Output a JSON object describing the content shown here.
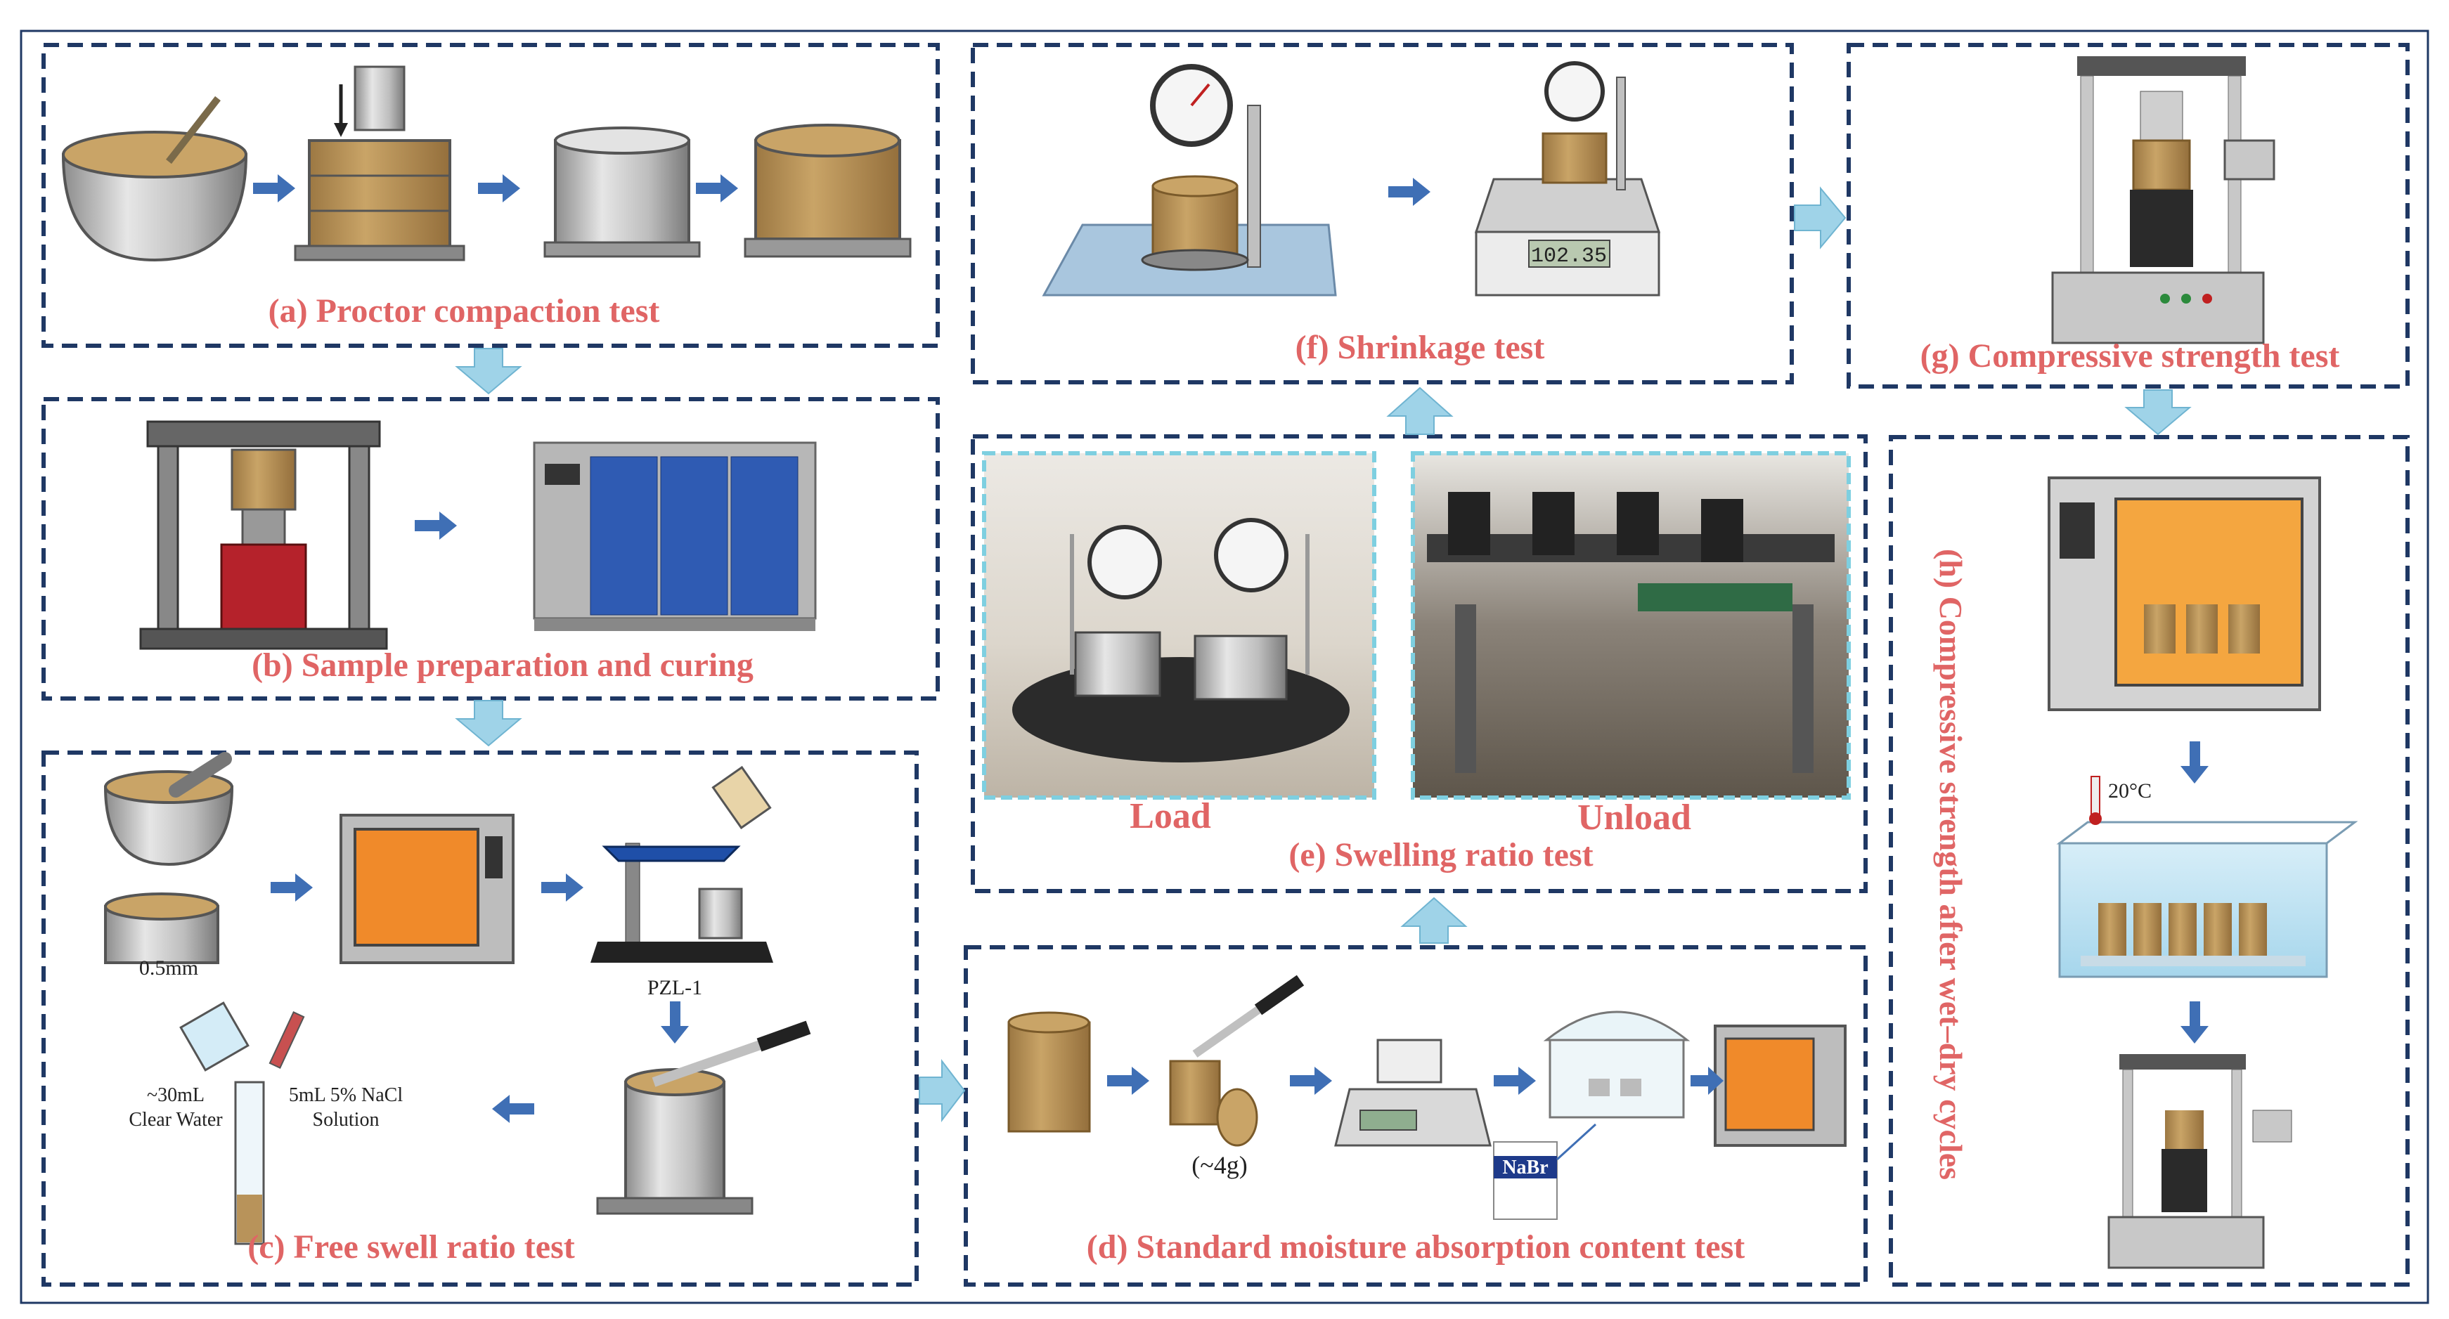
{
  "panels": {
    "a": {
      "title": "(a) Proctor compaction test"
    },
    "b": {
      "title": "(b) Sample preparation and curing"
    },
    "c": {
      "title": "(c) Free swell ratio test",
      "sieve_label": "0.5mm",
      "device_label": "PZL-1",
      "water_label": "~30mL\nClear Water",
      "nacl_label": "5mL 5% NaCl\nSolution"
    },
    "d": {
      "title": "(d) Standard moisture absorption content test",
      "slice_label": "(~4g)",
      "salt_label": "NaBr"
    },
    "e": {
      "title": "(e) Swelling ratio test",
      "load_label": "Load",
      "unload_label": "Unload"
    },
    "f": {
      "title": "(f) Shrinkage test",
      "scale_reading": "102.35"
    },
    "g": {
      "title": "(g) Compressive strength test"
    },
    "h": {
      "title": "(h) Compressive strength after wet–dry cycles",
      "temp_label": "20°C"
    }
  },
  "colors": {
    "caption": "#e06565",
    "dashed_border": "#1f3864",
    "block_arrow": "#9fd3e8",
    "small_arrow": "#3f6fb5",
    "soil": "#b8935a",
    "steel": "#c8c8c8",
    "photo_border": "#7ecfe0"
  }
}
